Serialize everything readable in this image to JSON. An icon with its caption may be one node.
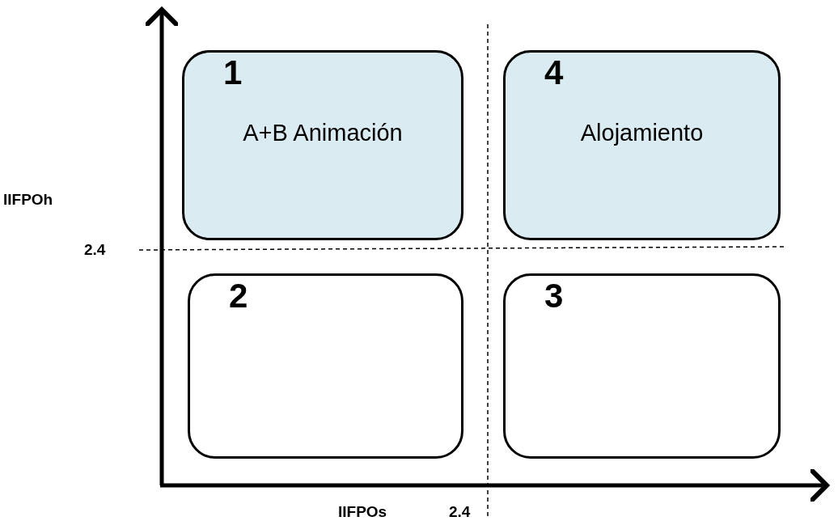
{
  "diagram": {
    "nodes": [
      {
        "text": [
          "1",
          "A+B Animación"
        ]
      },
      {
        "text": [
          "4",
          "Alojamiento"
        ]
      },
      {
        "text": [
          "2"
        ]
      },
      {
        "text": [
          "3"
        ]
      }
    ],
    "labels": [
      "IIFPOh",
      "2.4",
      "IIFPOs",
      "2.4"
    ]
  }
}
